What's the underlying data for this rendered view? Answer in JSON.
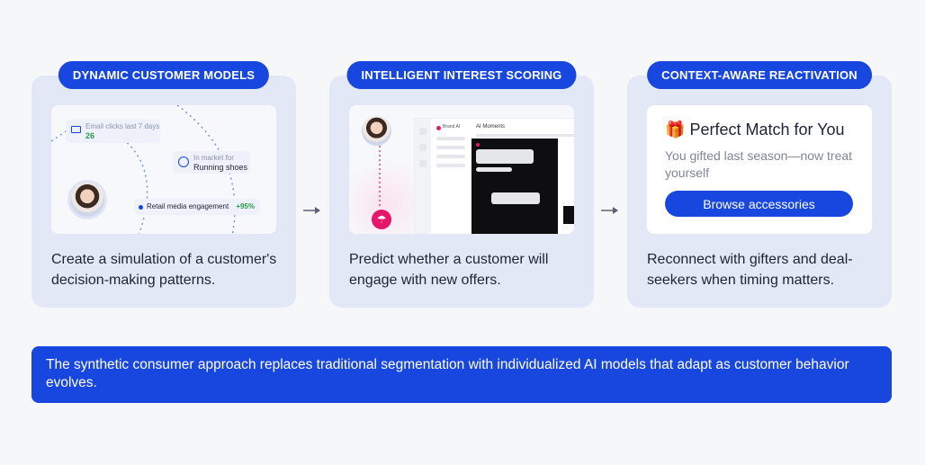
{
  "cards": [
    {
      "pill": "DYNAMIC CUSTOMER MODELS",
      "description": "Create a simulation of a customer's decision-making patterns.",
      "illustration": {
        "email_label": "Email clicks last 7 days",
        "email_value": "26",
        "market_label": "In market for",
        "market_value": "Running shoes",
        "engagement_label": "Retail media engagement",
        "engagement_value": "+95%"
      }
    },
    {
      "pill": "INTELLIGENT INTEREST SCORING",
      "description": "Predict whether a customer will engage with new offers.",
      "illustration": {
        "panel_title": "AI Moments",
        "side_label": "Brand AI"
      }
    },
    {
      "pill": "CONTEXT-AWARE REACTIVATION",
      "description": "Reconnect with gifters and deal-seekers when timing matters.",
      "offer": {
        "icon": "🎁",
        "title": "Perfect Match for You",
        "subtitle": "You gifted last season—now treat yourself",
        "button": "Browse accessories"
      }
    }
  ],
  "banner": "The synthetic consumer approach replaces traditional segmentation with individualized AI models that adapt as customer behavior evolves.",
  "colors": {
    "accent": "#1747de",
    "card_bg": "#e3e8f7",
    "page_bg": "#f6f7f9",
    "positive": "#2e9a4a",
    "pink": "#e6176b"
  },
  "icons": [
    "email-icon",
    "heart-icon",
    "arrow-right-icon",
    "gift-icon",
    "umbrella-icon"
  ]
}
